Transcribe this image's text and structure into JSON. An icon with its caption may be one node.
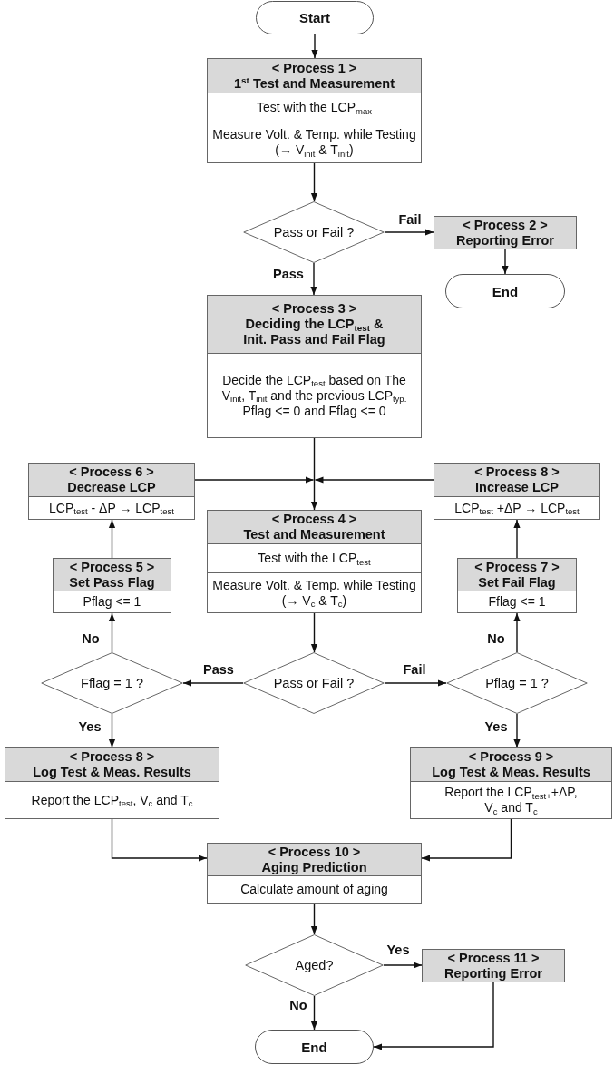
{
  "diagram": {
    "nodes": [
      {
        "text": [
          "Start"
        ]
      },
      {
        "text": [
          "< Process 1 >",
          "1$^{st}$ Test and Measurement",
          "Test with the LCP$_{max}$",
          "Measure Volt. & Temp. while Testing (→ V$_{init}$ & T$_{init}$)"
        ]
      },
      {
        "text": [
          "Pass or Fail ?"
        ]
      },
      {
        "text": [
          "< Process 2 >",
          "Reporting Error"
        ]
      },
      {
        "text": [
          "End"
        ]
      },
      {
        "text": [
          "< Process 3 >",
          "Deciding the LCP$_{test}$ & Init. Pass and Fail Flag",
          "Decide the LCP$_{test}$ based on The V$_{init}$, T$_{init}$ and the previous LCP$_{typ.}$",
          "Pflag <= 0 and Fflag <= 0"
        ]
      },
      {
        "text": [
          "< Process 6 >",
          "Decrease LCP",
          "LCP$_{test}$ - ΔP → LCP$_{test}$"
        ]
      },
      {
        "text": [
          "< Process 8 >",
          "Increase LCP",
          "LCP$_{test}$ +ΔP → LCP$_{test}$"
        ]
      },
      {
        "text": [
          "< Process 4 >",
          "Test and Measurement",
          "Test with the LCP$_{test}$",
          "Measure Volt. & Temp. while Testing (→ V$_{c}$ & T$_{c}$)"
        ]
      },
      {
        "text": [
          "< Process 5 >",
          "Set Pass Flag",
          "Pflag <= 1"
        ]
      },
      {
        "text": [
          "< Process 7 >",
          "Set Fail Flag",
          "Fflag <= 1"
        ]
      },
      {
        "text": [
          "Fflag = 1 ?"
        ]
      },
      {
        "text": [
          "Pass or Fail ?"
        ]
      },
      {
        "text": [
          "Pflag = 1 ?"
        ]
      },
      {
        "text": [
          "< Process 8 >",
          "Log Test & Meas. Results",
          "Report the LCP$_{test}$, V$_{c}$ and T$_{c}$"
        ]
      },
      {
        "text": [
          "< Process 9 >",
          "Log Test & Meas. Results",
          "Report the LCP$_{test+}$+ΔP, V$_{c}$ and T$_{c}$"
        ]
      },
      {
        "text": [
          "< Process 10 >",
          "Aging Prediction",
          "Calculate amount of aging"
        ]
      },
      {
        "text": [
          "Aged?"
        ]
      },
      {
        "text": [
          "< Process 11 >",
          "Reporting Error"
        ]
      },
      {
        "text": [
          "End"
        ]
      }
    ],
    "edges": [
      {
        "from": 0,
        "to": 1,
        "arrow": "to"
      },
      {
        "from": 1,
        "to": 2,
        "arrow": "to"
      },
      {
        "from": 2,
        "to": 3,
        "arrow": "to",
        "label": "Fail"
      },
      {
        "from": 3,
        "to": 4,
        "arrow": "to"
      },
      {
        "from": 2,
        "to": 5,
        "arrow": "to",
        "label": "Pass"
      },
      {
        "from": 5,
        "to": 8,
        "arrow": "to"
      },
      {
        "from": 6,
        "to": 8,
        "arrow": "to"
      },
      {
        "from": 7,
        "to": 8,
        "arrow": "to"
      },
      {
        "from": 8,
        "to": 12,
        "arrow": "to"
      },
      {
        "from": 12,
        "to": 11,
        "arrow": "to",
        "label": "Pass"
      },
      {
        "from": 12,
        "to": 13,
        "arrow": "to",
        "label": "Fail"
      },
      {
        "from": 11,
        "to": 9,
        "arrow": "to",
        "label": "No"
      },
      {
        "from": 9,
        "to": 6,
        "arrow": "to"
      },
      {
        "from": 13,
        "to": 10,
        "arrow": "to",
        "label": "No"
      },
      {
        "from": 10,
        "to": 7,
        "arrow": "to"
      },
      {
        "from": 11,
        "to": 14,
        "arrow": "to",
        "label": "Yes"
      },
      {
        "from": 13,
        "to": 15,
        "arrow": "to",
        "label": "Yes"
      },
      {
        "from": 14,
        "to": 16,
        "arrow": "to"
      },
      {
        "from": 15,
        "to": 16,
        "arrow": "to"
      },
      {
        "from": 16,
        "to": 17,
        "arrow": "to"
      },
      {
        "from": 17,
        "to": 18,
        "arrow": "to",
        "label": "Yes"
      },
      {
        "from": 17,
        "to": 19,
        "arrow": "to",
        "label": "No"
      },
      {
        "from": 18,
        "to": 19,
        "arrow": "to"
      }
    ]
  }
}
